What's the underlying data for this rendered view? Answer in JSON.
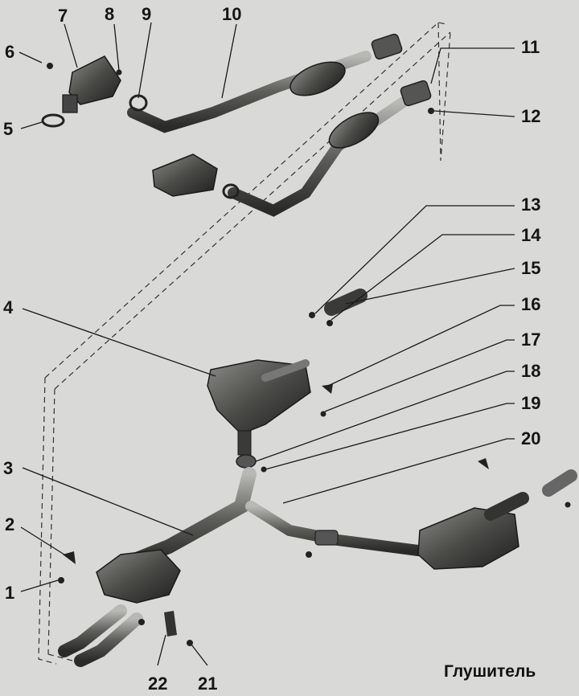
{
  "caption": "Глушитель",
  "callouts": [
    {
      "id": "1",
      "label": "1"
    },
    {
      "id": "2",
      "label": "2"
    },
    {
      "id": "3",
      "label": "3"
    },
    {
      "id": "4",
      "label": "4"
    },
    {
      "id": "5",
      "label": "5"
    },
    {
      "id": "6",
      "label": "6"
    },
    {
      "id": "7",
      "label": "7"
    },
    {
      "id": "8",
      "label": "8"
    },
    {
      "id": "9",
      "label": "9"
    },
    {
      "id": "10",
      "label": "10"
    },
    {
      "id": "11",
      "label": "11"
    },
    {
      "id": "12",
      "label": "12"
    },
    {
      "id": "13",
      "label": "13"
    },
    {
      "id": "14",
      "label": "14"
    },
    {
      "id": "15",
      "label": "15"
    },
    {
      "id": "16",
      "label": "16"
    },
    {
      "id": "17",
      "label": "17"
    },
    {
      "id": "18",
      "label": "18"
    },
    {
      "id": "19",
      "label": "19"
    },
    {
      "id": "20",
      "label": "20"
    },
    {
      "id": "21",
      "label": "21"
    },
    {
      "id": "22",
      "label": "22"
    }
  ]
}
